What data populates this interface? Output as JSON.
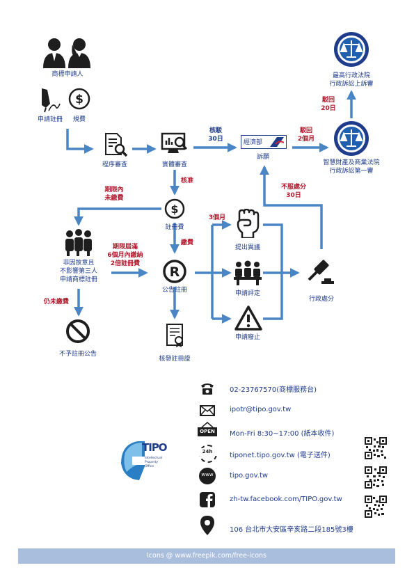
{
  "flow": {
    "applicant": "商標申請人",
    "apply": "申請註冊",
    "fee": "規費",
    "procedural_review": "程序審查",
    "substantive_review": "實體審查",
    "reject": "核駁",
    "reject_days": "30日",
    "ministry_box": "經濟部",
    "appeal": "訴願",
    "appeal_reject": "駁回",
    "appeal_reject_months": "2個月",
    "ip_court_line1": "智慧財產及商業法院",
    "ip_court_line2": "行政訴訟第一審",
    "court_reject": "駁回",
    "court_reject_days": "20日",
    "supreme_line1": "最高行政法院",
    "supreme_line2": "行政訴訟上訴審",
    "approve": "核准",
    "deadline_unpaid_line1": "期限內",
    "deadline_unpaid_line2": "未繳費",
    "registration_fee": "註冊費",
    "pay": "繳費",
    "expired_line1": "期限屆滿",
    "expired_line2": "6個月內繳納",
    "expired_line3": "2倍註冊費",
    "third_party_line1": "非因故意且",
    "third_party_line2": "不影響第三人",
    "third_party_line3": "申請商標註冊",
    "still_unpaid": "仍未繳費",
    "not_registered": "不予註冊公告",
    "publish": "公告註冊",
    "certificate": "核發註冊證",
    "three_months": "3個月",
    "opposition": "提出異議",
    "invalidation_review": "申請評定",
    "cancellation": "申請廢止",
    "disposition": "行政處分",
    "dissatisfied_line1": "不服處分",
    "dissatisfied_line2": "30日"
  },
  "contact": {
    "phone": "02-23767570(商標服務台)",
    "email": "ipotr@tipo.gov.tw",
    "open_badge": "OPEN",
    "hours": "Mon-Fri   8:30~17:00 (紙本收件)",
    "badge_24h": "24h",
    "online": "tiponet.tipo.gov.tw (電子送件)",
    "www_badge": "www",
    "website": "tipo.gov.tw",
    "facebook": "zh-tw.facebook.com/TIPO.gov.tw",
    "address": "106 台北市大安區辛亥路二段185號3樓"
  },
  "logo": {
    "text": "TIPO",
    "sub1": "Intellectual",
    "sub2": "Property",
    "sub3": "Office"
  },
  "footer": "Icons @ www.freepik.com/free-icons",
  "colors": {
    "arrow": "#4a86c5",
    "text": "#1f3c8c",
    "red": "#b0192c",
    "footer_bg": "#a9bddd"
  }
}
